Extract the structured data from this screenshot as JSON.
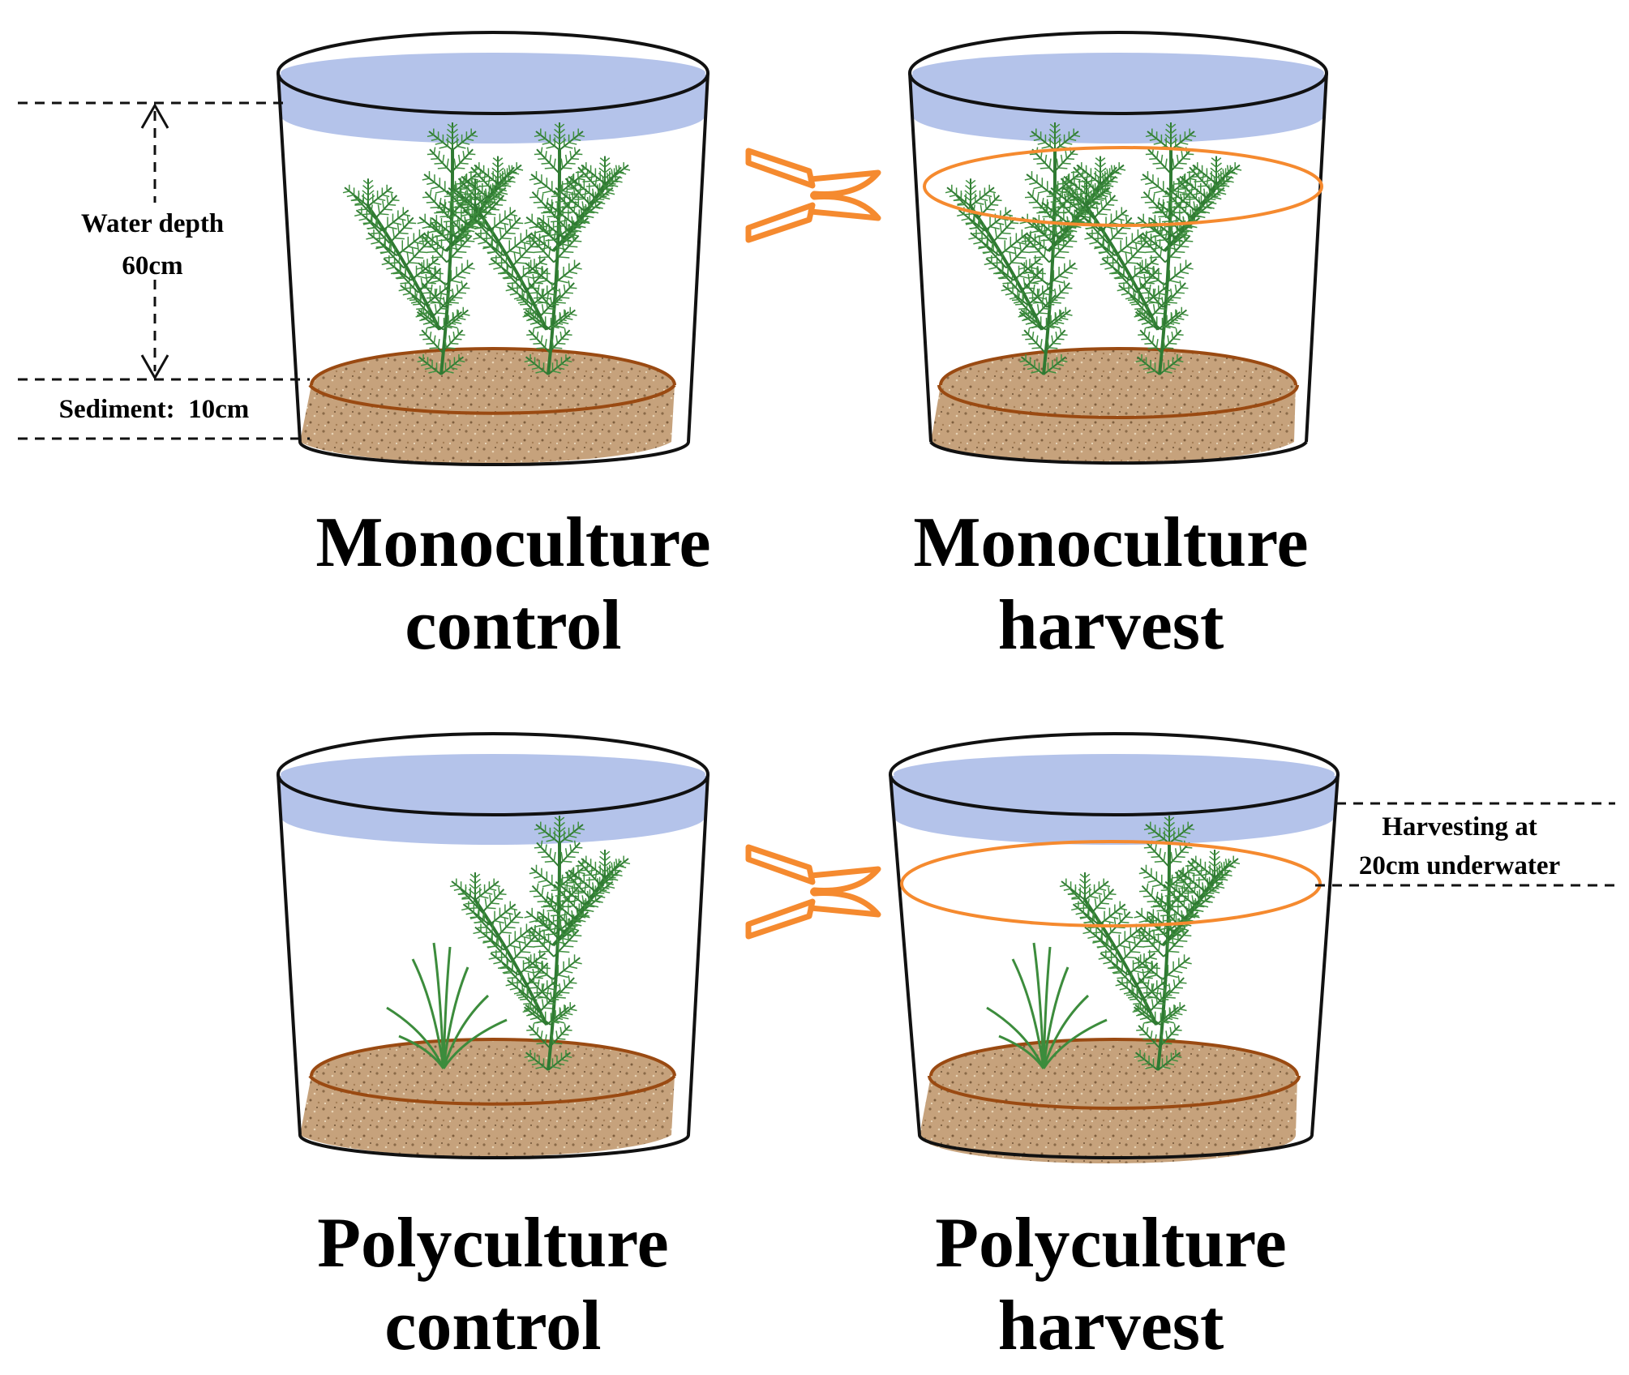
{
  "annotations": {
    "water_depth_line1": "Water depth",
    "water_depth_line2": "60cm",
    "sediment": "Sediment:  10cm",
    "harvest_line1": "Harvesting at",
    "harvest_line2": "20cm underwater"
  },
  "panels": [
    {
      "id": "mono-control",
      "line1": "Monoculture",
      "line2": "control"
    },
    {
      "id": "mono-harvest",
      "line1": "Monoculture",
      "line2": "harvest"
    },
    {
      "id": "poly-control",
      "line1": "Polyculture",
      "line2": "control"
    },
    {
      "id": "poly-harvest",
      "line1": "Polyculture",
      "line2": "harvest"
    }
  ],
  "colors": {
    "water": "#b4c3ea",
    "sediment": "#c3a07a",
    "sediment_rim": "#9a4a12",
    "plant": "#2f7a32",
    "harvest_line": "#f58a2f",
    "scissors": "#f58a2f"
  },
  "icons": [
    "scissors-icon",
    "hornwort-plant-icon",
    "grass-plant-icon",
    "bucket-icon"
  ]
}
